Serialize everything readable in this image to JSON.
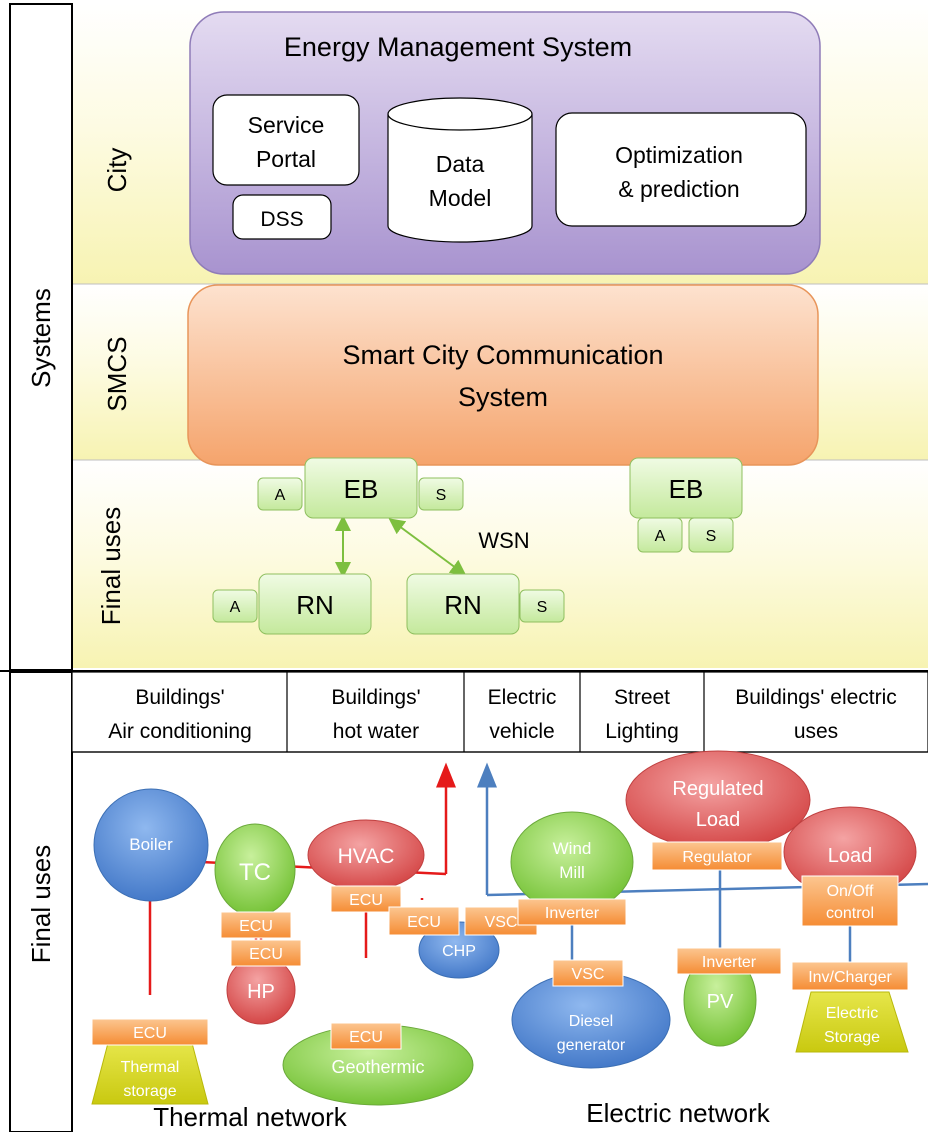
{
  "side_labels": {
    "systems": "Systems",
    "city": "City",
    "smcs": "SMCS",
    "final_uses_top": "Final uses",
    "final_uses_bottom": "Final uses"
  },
  "ems": {
    "title": "Energy Management System",
    "service_portal_line1": "Service",
    "service_portal_line2": "Portal",
    "dss": "DSS",
    "data_model_line1": "Data",
    "data_model_line2": "Model",
    "optimization_line1": "Optimization",
    "optimization_line2": "& prediction"
  },
  "smcs_box": {
    "line1": "Smart City Communication",
    "line2": "System"
  },
  "wsn": {
    "label": "WSN",
    "eb": "EB",
    "rn": "RN",
    "a": "A",
    "s": "S"
  },
  "uses_table": [
    {
      "line1": "Buildings'",
      "line2": "Air conditioning"
    },
    {
      "line1": "Buildings'",
      "line2": "hot water"
    },
    {
      "line1": "Electric",
      "line2": "vehicle"
    },
    {
      "line1": "Street",
      "line2": "Lighting"
    },
    {
      "line1": "Buildings' electric",
      "line2": "uses"
    }
  ],
  "thermal": {
    "network_label": "Thermal network",
    "boiler": "Boiler",
    "tc": "TC",
    "hvac": "HVAC",
    "hp": "HP",
    "geothermic": "Geothermic",
    "chp": "CHP",
    "storage_line1": "Thermal",
    "storage_line2": "storage",
    "ecu": "ECU"
  },
  "electric": {
    "network_label": "Electric network",
    "wind_line1": "Wind",
    "wind_line2": "Mill",
    "regulated_line1": "Regulated",
    "regulated_line2": "Load",
    "load": "Load",
    "pv": "PV",
    "diesel_line1": "Diesel",
    "diesel_line2": "generator",
    "storage_line1": "Electric",
    "storage_line2": "Storage",
    "inverter": "Inverter",
    "regulator": "Regulator",
    "onoff_line1": "On/Off",
    "onoff_line2": "control",
    "vsc": "VSC",
    "inv_charger": "Inv/Charger"
  },
  "colors": {
    "band_yellow": "#fbf8c8",
    "ems_purple": "#b9a6d6",
    "smcs_orange": "#f7b386",
    "wsn_green": "#d5f0b0",
    "blue_node": "#5a8fd6",
    "green_node": "#8fd14f",
    "red_node": "#e06060",
    "orange_tag": "#f9a24e",
    "thermal_line": "#e51a1a",
    "electric_line": "#4d7fbf",
    "storage_yellow": "#d4d419"
  }
}
